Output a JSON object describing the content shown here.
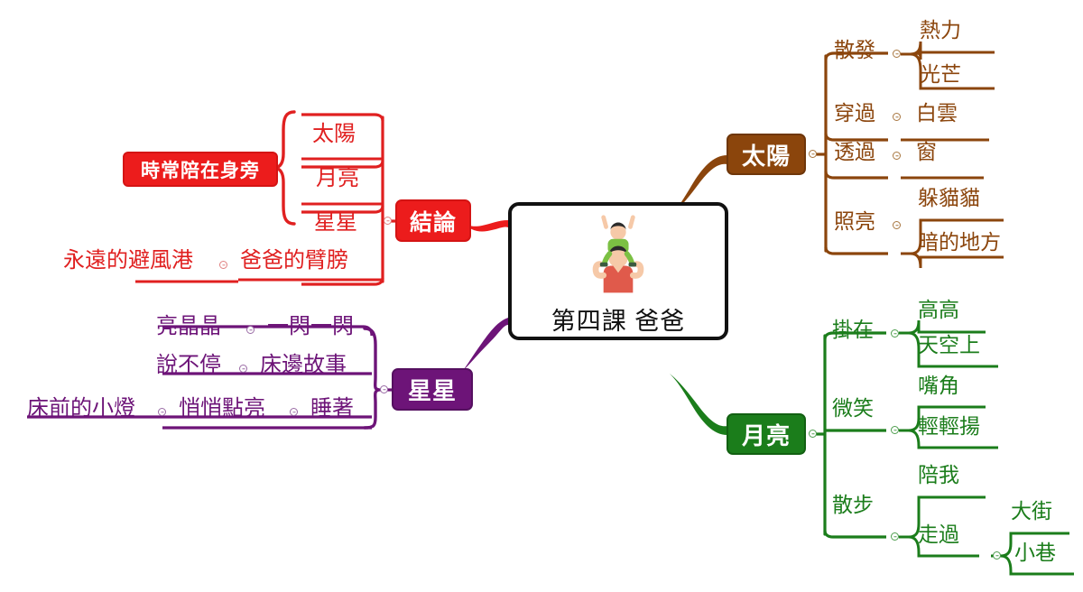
{
  "title": "第四課 爸爸",
  "root": {
    "label": "第四課 爸爸",
    "image_alt": "father-carrying-child-icon"
  },
  "colors": {
    "sun": "#8B450C",
    "moon": "#1B7D1B",
    "conclusion": "#EC1C1C",
    "star": "#6D1478",
    "root_border": "#111111",
    "background": "#FFFFFF"
  },
  "branches": {
    "sun": {
      "label": "太陽",
      "color": "#8B450C",
      "children": [
        {
          "label": "散發",
          "children": [
            {
              "label": "熱力"
            },
            {
              "label": "光芒"
            }
          ]
        },
        {
          "label": "穿過",
          "children": [
            {
              "label": "白雲"
            }
          ]
        },
        {
          "label": "透過",
          "children": [
            {
              "label": "窗"
            }
          ]
        },
        {
          "label": "照亮",
          "children": [
            {
              "label": "躲貓貓"
            },
            {
              "label": "暗的地方"
            }
          ]
        }
      ]
    },
    "moon": {
      "label": "月亮",
      "color": "#1B7D1B",
      "children": [
        {
          "label": "掛在",
          "children": [
            {
              "label": "高高"
            },
            {
              "label": "天空上"
            }
          ]
        },
        {
          "label": "微笑",
          "children": [
            {
              "label": "嘴角"
            },
            {
              "label": "輕輕揚"
            }
          ]
        },
        {
          "label": "散步",
          "children": [
            {
              "label": "陪我"
            },
            {
              "label": "走過",
              "children": [
                {
                  "label": "大街"
                },
                {
                  "label": "小巷"
                }
              ]
            }
          ]
        }
      ]
    },
    "conclusion": {
      "label": "結論",
      "color": "#EC1C1C",
      "children": [
        {
          "label": "太陽"
        },
        {
          "label": "月亮"
        },
        {
          "label": "星星"
        },
        {
          "label": "爸爸的臂膀",
          "children": [
            {
              "label": "永遠的避風港"
            }
          ]
        }
      ],
      "group_label": "時常陪在身旁"
    },
    "star": {
      "label": "星星",
      "color": "#6D1478",
      "children": [
        {
          "label": "一閃一閃",
          "children": [
            {
              "label": "亮晶晶"
            }
          ]
        },
        {
          "label": "床邊故事",
          "children": [
            {
              "label": "說不停"
            }
          ]
        },
        {
          "label": "睡著",
          "children": [
            {
              "label": "悄悄點亮",
              "children": [
                {
                  "label": "床前的小燈"
                }
              ]
            }
          ]
        }
      ]
    }
  }
}
